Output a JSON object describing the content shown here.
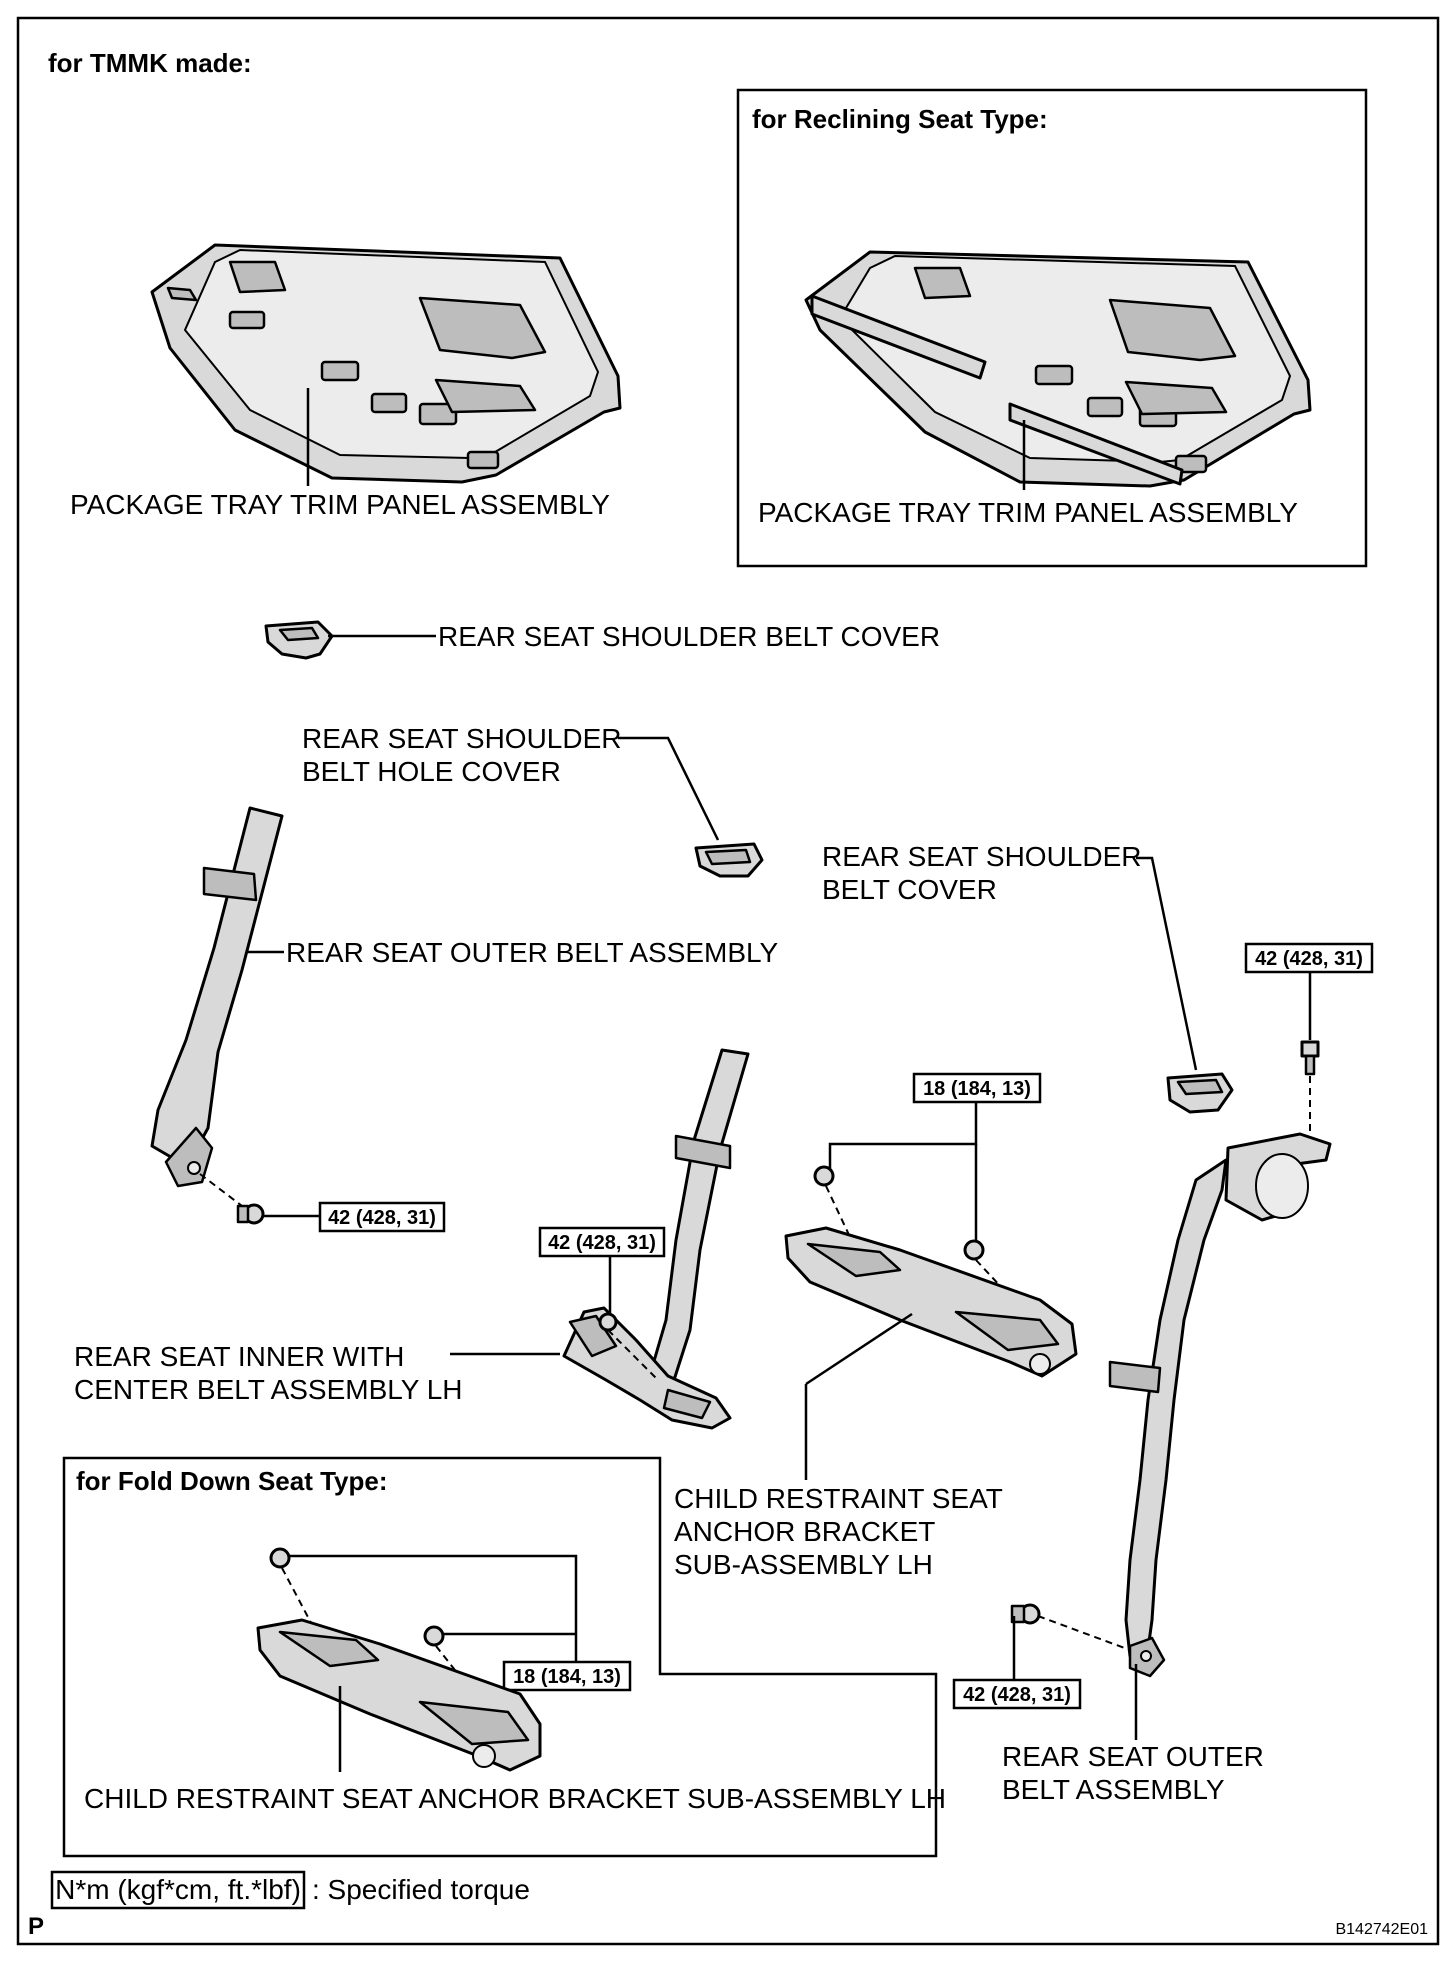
{
  "header": {
    "title": "for TMMK made:"
  },
  "reclining_box": {
    "title": "for Reclining Seat Type:",
    "label": "PACKAGE TRAY TRIM PANEL ASSEMBLY"
  },
  "fold_down_box": {
    "title": "for Fold Down Seat Type:",
    "label": "CHILD RESTRAINT SEAT ANCHOR BRACKET SUB-ASSEMBLY LH"
  },
  "labels": {
    "package_tray": "PACKAGE TRAY TRIM PANEL ASSEMBLY",
    "shoulder_belt_cover_top": "REAR SEAT SHOULDER BELT COVER",
    "hole_cover_line1": "REAR SEAT SHOULDER",
    "hole_cover_line2": "BELT HOLE COVER",
    "shoulder_cover_right_line1": "REAR SEAT SHOULDER",
    "shoulder_cover_right_line2": "BELT COVER",
    "outer_belt_left": "REAR SEAT OUTER BELT ASSEMBLY",
    "inner_belt_line1": "REAR SEAT INNER WITH",
    "inner_belt_line2": "CENTER BELT ASSEMBLY LH",
    "child_bracket_line1": "CHILD RESTRAINT SEAT",
    "child_bracket_line2": "ANCHOR BRACKET",
    "child_bracket_line3": "SUB-ASSEMBLY LH",
    "outer_belt_right_line1": "REAR SEAT OUTER",
    "outer_belt_right_line2": "BELT ASSEMBLY"
  },
  "torques": {
    "t42_left": "42 (428, 31)",
    "t42_inner": "42 (428, 31)",
    "t42_right_top": "42 (428, 31)",
    "t42_right_bottom": "42 (428, 31)",
    "t18_center": "18 (184, 13)",
    "t18_fold": "18 (184, 13)"
  },
  "legend": {
    "unit_box": "N*m (kgf*cm, ft.*lbf)",
    "unit_desc": ": Specified torque"
  },
  "footer": {
    "left_code": "P",
    "right_code": "B142742E01"
  }
}
